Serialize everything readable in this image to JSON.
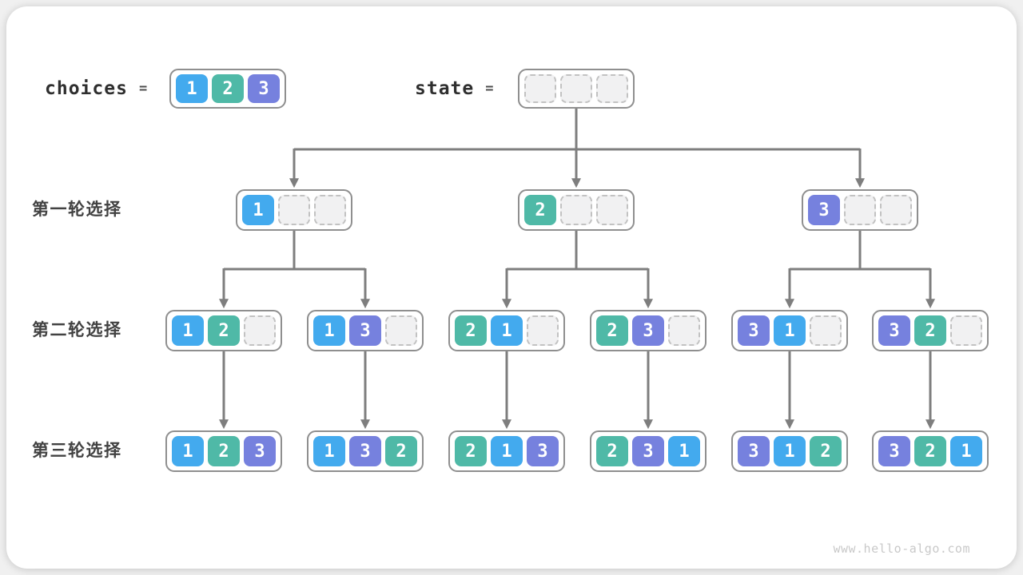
{
  "header": {
    "choices_label": "choices",
    "state_label": "state",
    "equals": "=",
    "choices": [
      "1",
      "2",
      "3"
    ],
    "state": [
      "",
      "",
      ""
    ]
  },
  "rows": [
    {
      "label": "第一轮选择",
      "boxes": [
        [
          "1",
          "",
          ""
        ],
        [
          "2",
          "",
          ""
        ],
        [
          "3",
          "",
          ""
        ]
      ]
    },
    {
      "label": "第二轮选择",
      "boxes": [
        [
          "1",
          "2",
          ""
        ],
        [
          "1",
          "3",
          ""
        ],
        [
          "2",
          "1",
          ""
        ],
        [
          "2",
          "3",
          ""
        ],
        [
          "3",
          "1",
          ""
        ],
        [
          "3",
          "2",
          ""
        ]
      ]
    },
    {
      "label": "第三轮选择",
      "boxes": [
        [
          "1",
          "2",
          "3"
        ],
        [
          "1",
          "3",
          "2"
        ],
        [
          "2",
          "1",
          "3"
        ],
        [
          "2",
          "3",
          "1"
        ],
        [
          "3",
          "1",
          "2"
        ],
        [
          "3",
          "2",
          "1"
        ]
      ]
    }
  ],
  "colors": {
    "1": "#43AAEE",
    "2": "#4FB9A7",
    "3": "#7681DE",
    "connector": "#7e7e7e",
    "box_border": "#8f8f8f",
    "empty_cell": "#f1f1f2"
  },
  "watermark": "www.hello-algo.com"
}
